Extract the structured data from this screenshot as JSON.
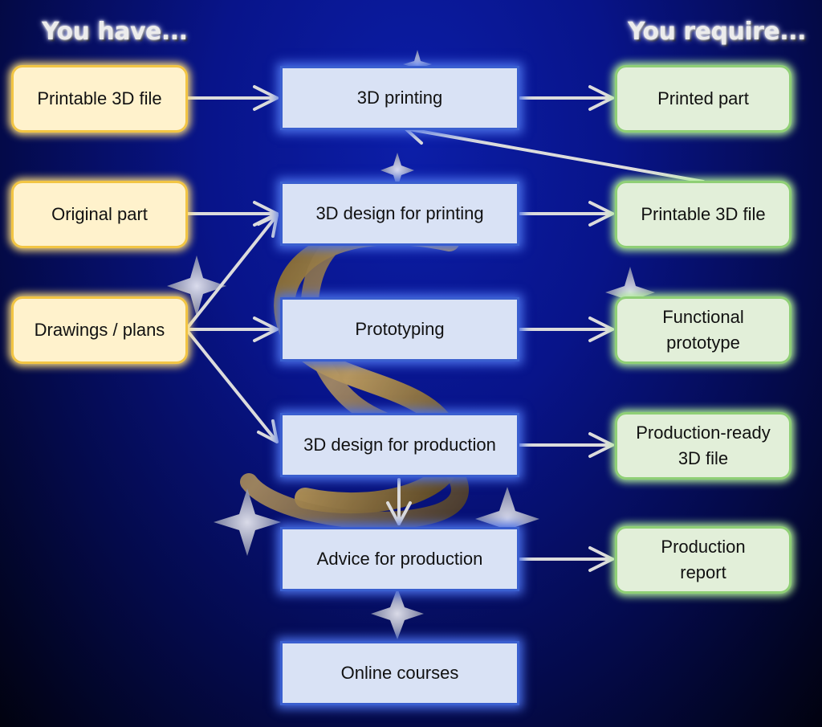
{
  "headings": {
    "left": "You have...",
    "right": "You require..."
  },
  "inputs": [
    {
      "label": "Printable 3D file"
    },
    {
      "label": "Original part"
    },
    {
      "label": "Drawings / plans"
    }
  ],
  "services": [
    {
      "label": "3D printing"
    },
    {
      "label": "3D design for printing"
    },
    {
      "label": "Prototyping"
    },
    {
      "label": "3D design for production"
    },
    {
      "label": "Advice for production"
    },
    {
      "label": "Online courses"
    }
  ],
  "outputs": [
    {
      "label": "Printed part"
    },
    {
      "label": "Printable 3D file"
    },
    {
      "label": "Functional prototype"
    },
    {
      "label": "Production-ready 3D file"
    },
    {
      "label": "Production report"
    }
  ]
}
